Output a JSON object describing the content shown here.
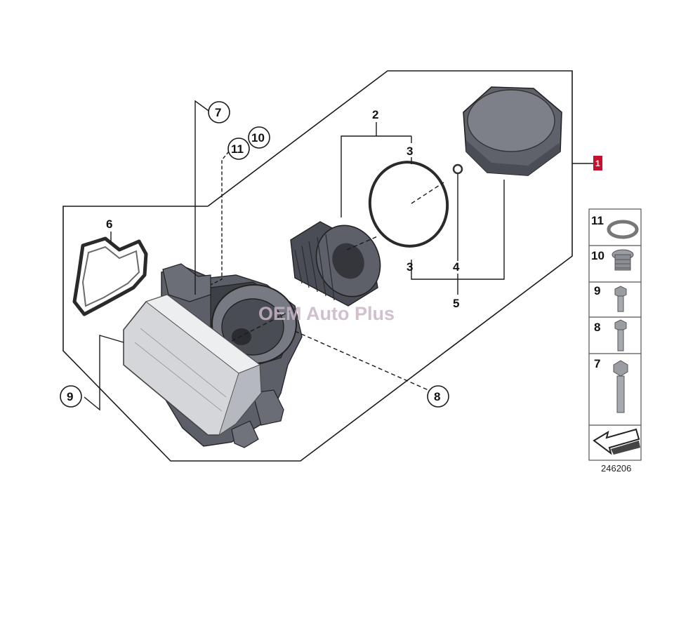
{
  "callouts": {
    "c1": "1",
    "c2": "2",
    "c3a": "3",
    "c3b": "3",
    "c4": "4",
    "c5": "5",
    "c6": "6",
    "c7": "7",
    "c8": "8",
    "c9": "9",
    "c10": "10",
    "c11": "11"
  },
  "side_panel": {
    "items": [
      "11",
      "10",
      "9",
      "8",
      "7"
    ]
  },
  "diagram_ref": "246206",
  "watermark": "OEM Auto Plus",
  "colors": {
    "badge": "#c8102e",
    "line": "#1a1a1a",
    "part_dark": "#5a5d66",
    "part_light": "#d6d8dc"
  }
}
